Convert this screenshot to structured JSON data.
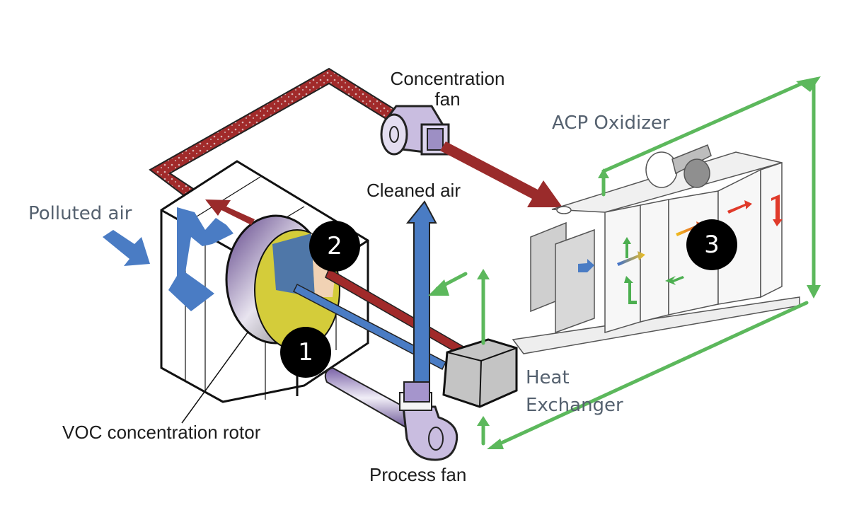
{
  "diagram": {
    "title": "VOC concentrator with ACP oxidizer process flow",
    "labels": {
      "concentration_fan": [
        "Concentration",
        "fan"
      ],
      "acp_oxidizer": "ACP Oxidizer",
      "cleaned_air": "Cleaned air",
      "polluted_air": "Polluted air",
      "heat_exchanger": [
        "Heat",
        "Exchanger"
      ],
      "voc_rotor": "VOC concentration rotor",
      "process_fan": "Process fan"
    },
    "markers": [
      "1",
      "2",
      "3"
    ],
    "colors": {
      "polluted_air_flow": "#4a7cc4",
      "concentrated_flow": "#a12a2a",
      "hot_return_flow": "#5cb85c",
      "rotor_face": "#d4cc3a",
      "fan_body": "#c9bde0",
      "heat_exchanger": "#c4c4c4",
      "oxidizer_hot_arrow": "#e03a2a",
      "marker_bg": "#000000"
    }
  }
}
